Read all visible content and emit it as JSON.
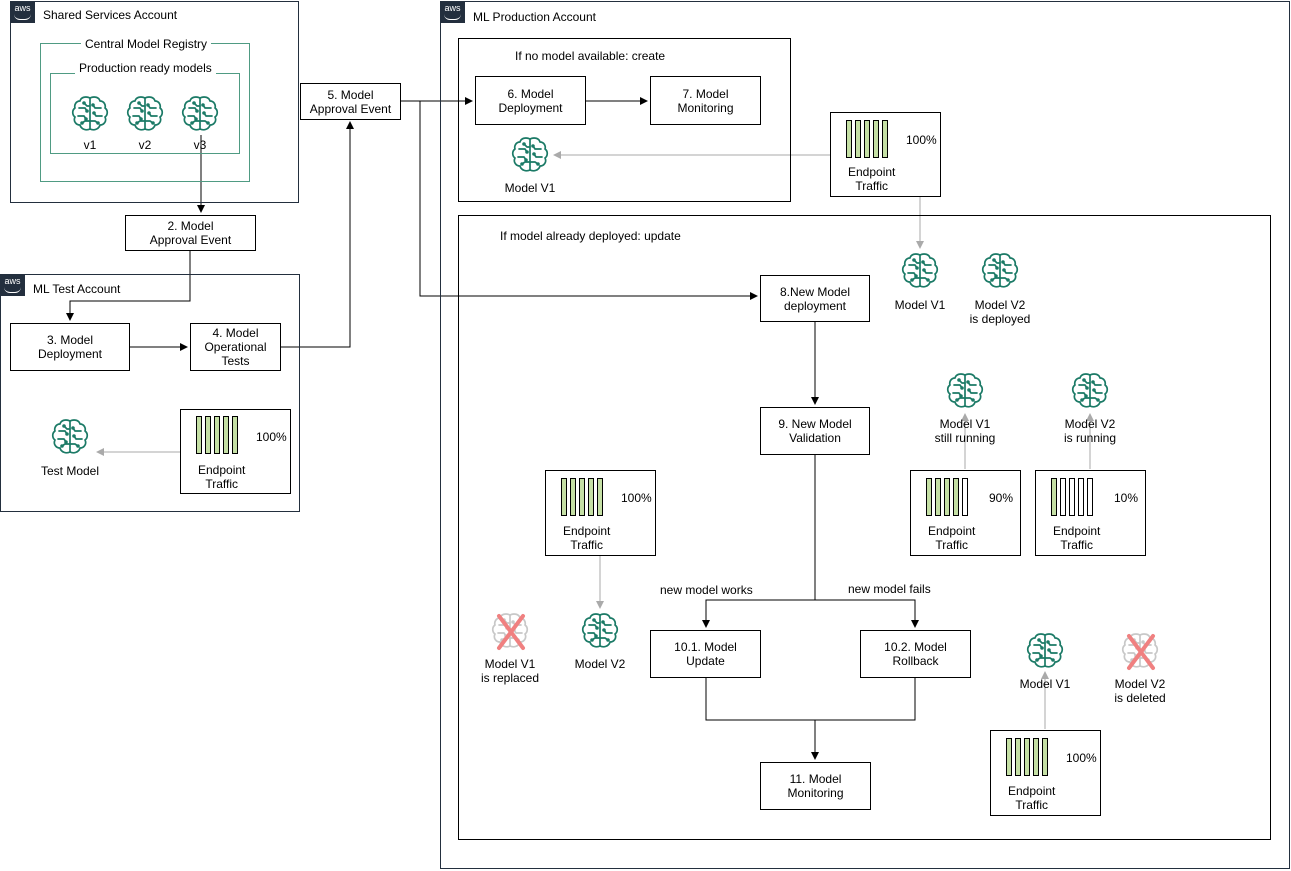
{
  "accounts": {
    "shared": {
      "title": "Shared Services Account",
      "badge": "aws"
    },
    "test": {
      "title": "ML Test Account",
      "badge": "aws"
    },
    "prod": {
      "title": "ML Production Account",
      "badge": "aws"
    }
  },
  "registry": {
    "title": "Central Model Registry",
    "subtitle": "Production ready models",
    "models": [
      "v1",
      "v2",
      "v3"
    ]
  },
  "steps": {
    "s2": "2. Model\nApproval Event",
    "s3": "3. Model\nDeployment",
    "s4": "4. Model\nOperational\nTests",
    "s5": "5. Model\nApproval Event",
    "s6": "6. Model\nDeployment",
    "s7": "7. Model\nMonitoring",
    "s8": "8.New Model\ndeployment",
    "s9": "9. New Model\nValidation",
    "s101": "10.1. Model\nUpdate",
    "s102": "10.2. Model\nRollback",
    "s11": "11. Model\nMonitoring"
  },
  "panels": {
    "create": "If no model available: create",
    "update": "If model already deployed: update"
  },
  "branches": {
    "works": "new model works",
    "fails": "new model fails"
  },
  "traffic": {
    "label": "Endpoint\nTraffic",
    "test_pct": "100%",
    "create_pct": "100%",
    "left_pct": "100%",
    "v1_pct": "90%",
    "v2_pct": "10%",
    "rollback_pct": "100%",
    "test_fill": 1.0,
    "v1_fill": 0.9,
    "v2_fill": 0.1
  },
  "models": {
    "test": "Test Model",
    "create_v1": "Model V1",
    "deployed_v1": "Model V1",
    "deployed_v2": "Model V2\nis deployed",
    "still_v1": "Model V1\nstill running",
    "running_v2": "Model V2\nis running",
    "replaced_v1": "Model V1\nis replaced",
    "new_v2": "Model V2",
    "rollback_v1": "Model V1",
    "deleted_v2": "Model V2\nis deleted"
  },
  "colors": {
    "icon": "#1b7a66",
    "icon_faded": "#c8c8c8",
    "cross": "#f08080",
    "bar_fill": "#c5e0a5",
    "registry_border": "#4f9b83",
    "aws_badge": "#232f3e"
  },
  "icon_name": "brain-circuit-icon"
}
